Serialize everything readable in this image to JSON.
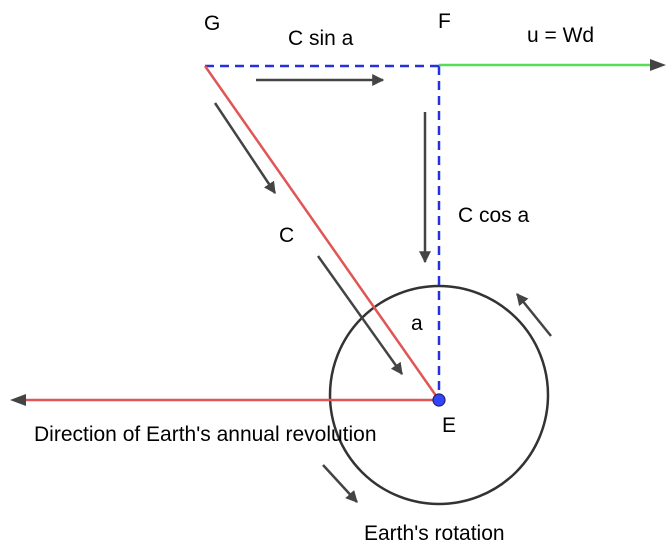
{
  "labels": {
    "point_g": "G",
    "point_f": "F",
    "point_e": "E",
    "c_sin_a": "C sin a",
    "c_cos_a": "C cos a",
    "u_wd": "u = Wd",
    "c": "C",
    "angle_a": "a",
    "annual_revolution": "Direction of Earth's annual revolution",
    "earth_rotation": "Earth's rotation"
  },
  "colors": {
    "red_line": "#e05555",
    "green_line": "#55dd55",
    "blue_dashed": "#2233dd",
    "arrow_gray": "#444444",
    "circle": "#333333",
    "point_e_fill": "#3344ff"
  }
}
